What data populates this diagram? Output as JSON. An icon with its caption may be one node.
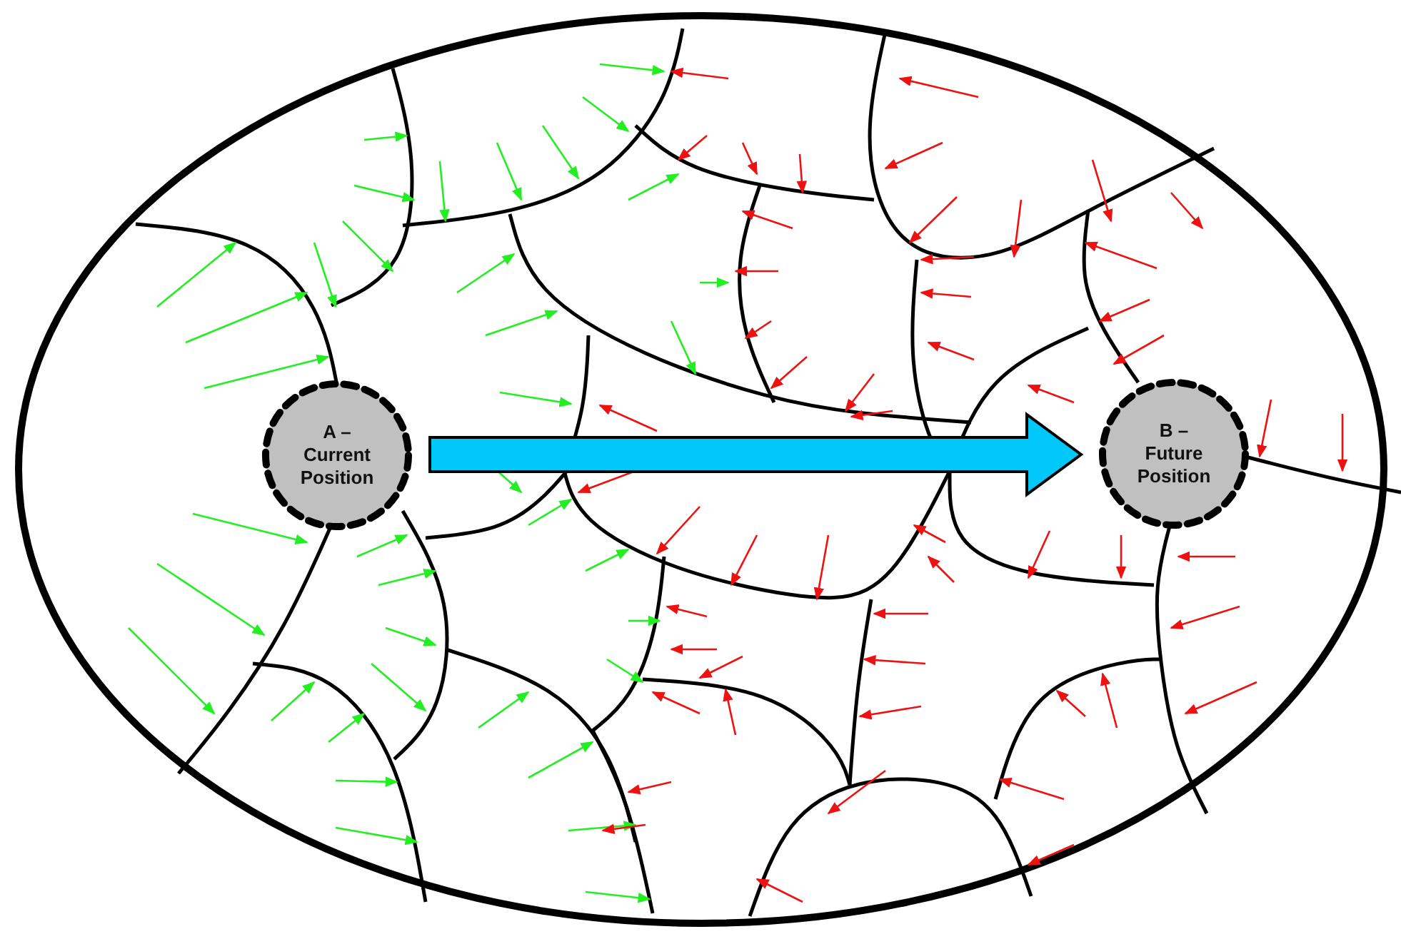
{
  "diagram": {
    "nodes": [
      {
        "text": [
          "A – Current Position"
        ]
      },
      {
        "text": [
          "B – Future Position"
        ]
      }
    ],
    "edges": [
      {
        "from": 0,
        "to": 1,
        "arrow": "to",
        "style": "thick",
        "color": "#00c8f8"
      }
    ]
  }
}
